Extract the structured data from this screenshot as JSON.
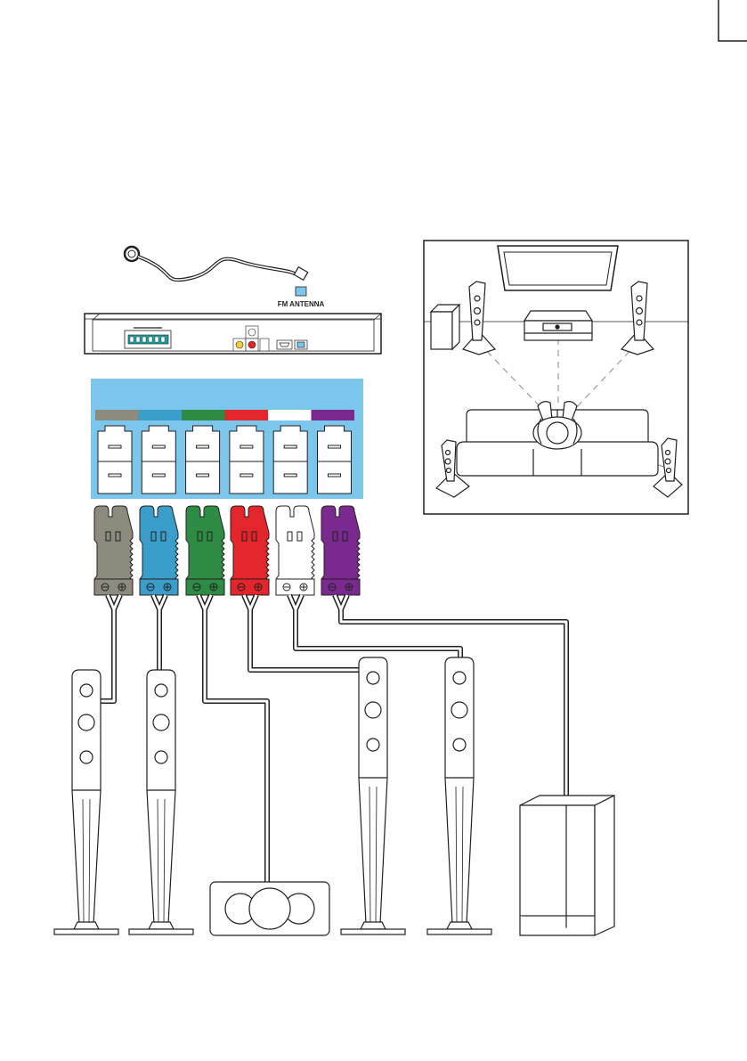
{
  "fm_antenna_label": "FM ANTENNA",
  "connector_colors": [
    "#8c8b7e",
    "#3b9dc9",
    "#2e8b44",
    "#e2262b",
    "#ffffff",
    "#7a2a8f"
  ],
  "connector_panel_color": "#7cc6ec",
  "line_color": "#231f20",
  "speakers": [
    {
      "name": "front-left-speaker",
      "type": "tower"
    },
    {
      "name": "front-right-speaker",
      "type": "tower"
    },
    {
      "name": "center-speaker",
      "type": "center"
    },
    {
      "name": "surround-left-speaker",
      "type": "tower"
    },
    {
      "name": "surround-right-speaker",
      "type": "tower"
    },
    {
      "name": "subwoofer",
      "type": "subwoofer"
    }
  ]
}
